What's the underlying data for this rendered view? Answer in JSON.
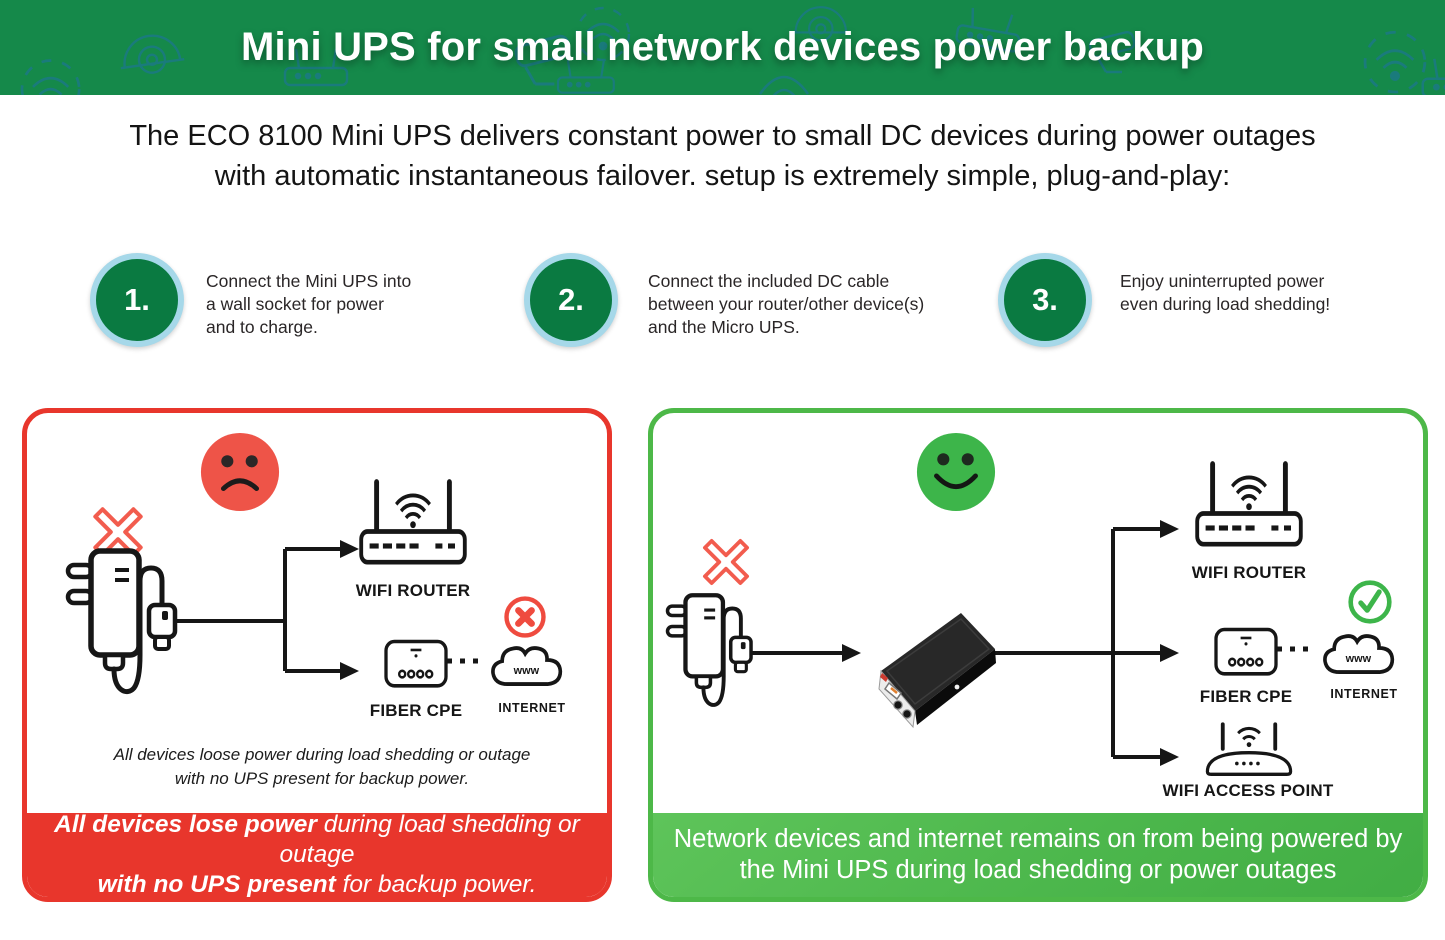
{
  "header": {
    "title": "Mini UPS for small network devices power backup"
  },
  "intro": {
    "line1": "The ECO 8100 Mini UPS delivers constant power to small DC devices during power outages",
    "line2": "with automatic instantaneous failover. setup is extremely simple, plug-and-play:"
  },
  "steps": [
    {
      "number": "1.",
      "text": "Connect the Mini UPS into a wall socket for power and to charge."
    },
    {
      "number": "2.",
      "text": "Connect the included DC cable between your router/other device(s) and the Micro UPS."
    },
    {
      "number": "3.",
      "text": "Enjoy uninterrupted power even during load shedding!"
    }
  ],
  "left_panel": {
    "labels": {
      "wifi_router": "WIFI ROUTER",
      "fiber_cpe": "FIBER CPE",
      "internet": "INTERNET",
      "www": "www"
    },
    "caption_line1": "All devices loose power during load shedding or outage",
    "caption_line2": "with no UPS present for backup power.",
    "footer": {
      "bold1": "All devices lose power",
      "text1": " during load shedding or outage",
      "bold2": "with no UPS present",
      "text2": " for backup power."
    }
  },
  "right_panel": {
    "labels": {
      "wifi_router": "WIFI ROUTER",
      "fiber_cpe": "FIBER CPE",
      "internet": "INTERNET",
      "wifi_access_point": "WIFI ACCESS POINT",
      "www": "www"
    },
    "footer_line1": "Network devices and internet remains on from being powered by",
    "footer_line2": "the Mini UPS  during load shedding or power outages"
  },
  "colors": {
    "header_green": "#15894A",
    "pattern_blue": "#1F6FAE",
    "step_circle_green": "#0A7A41",
    "step_ring_blue": "#A6D8E9",
    "alert_red": "#E8362C",
    "sad_face_red": "#EE5448",
    "ok_border_green": "#4DB848",
    "footer_green": "#4CB74C",
    "happy_face_green": "#3DB54A",
    "line_black": "#161616"
  }
}
